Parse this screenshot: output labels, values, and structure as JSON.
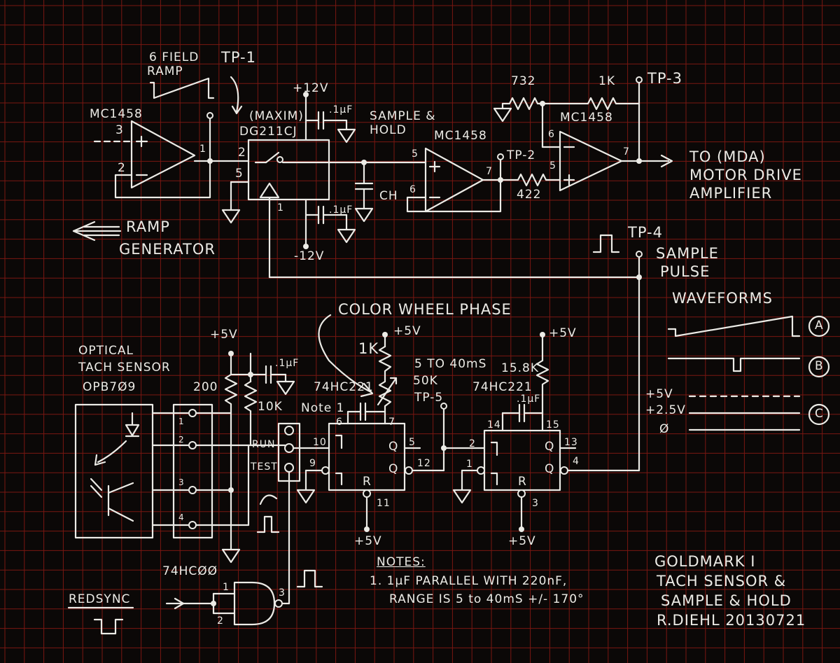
{
  "colors": {
    "paper": "#0b0807",
    "grid": "#7a1712",
    "ink": "#ecebe6"
  },
  "labels": {
    "field_ramp": "6 FIELD",
    "ramp": "RAMP",
    "tp1": "TP-1",
    "mc1458_a": "MC1458",
    "pin3_a": "3",
    "pin2_a": "2",
    "pin1_a": "1",
    "plus12v": "+12V",
    "maxim": "(MAXIM)",
    "dg211": "DG211CJ",
    "cap_01_top": ".1µF",
    "sample_hold_1": "SAMPLE &",
    "sample_hold_2": "HOLD",
    "pin2_sw": "2",
    "pin5_sw": "5",
    "pin1_sw": "1",
    "cap_01_bot": ".1µF",
    "minus12v": "-12V",
    "ch": "CH",
    "mc1458_b": "MC1458",
    "pin5_b": "5",
    "pin6_b": "6",
    "pin7_b": "7",
    "tp2": "TP-2",
    "r732": "732",
    "r1k": "1K",
    "tp3": "TP-3",
    "mc1458_c": "MC1458",
    "pin6_c": "6",
    "pin5_c": "5",
    "pin7_c": "7",
    "r422": "422",
    "to_mda": "TO (MDA)",
    "motor_drive": "MOTOR DRIVE",
    "amplifier": "AMPLIFIER",
    "ramp_arrow": "RAMP",
    "generator": "GENERATOR",
    "tp4": "TP-4",
    "sample_1": "SAMPLE",
    "pulse": "PULSE",
    "color_wheel": "COLOR WHEEL PHASE",
    "waveforms": "WAVEFORMS",
    "wave_a": "A",
    "wave_b": "B",
    "wave_c": "C",
    "v5_c": "+5V",
    "v25_c": "+2.5V",
    "v0_c": "Ø",
    "optical": "OPTICAL",
    "tach_sensor": "TACH SENSOR",
    "opb": "OPB7Ø9",
    "conn1": "1",
    "conn2": "2",
    "conn3": "3",
    "conn4": "4",
    "plus5v_left": "+5V",
    "r200": "200",
    "r10k": "10K",
    "cap_01_left": ".1µF",
    "note1": "Note 1",
    "run": "RUN",
    "test": "TEST",
    "hc221_a": "74HC221",
    "plus5v_mid": "+5V",
    "r1k_mid": "1K",
    "range_5_40": "5 TO 40mS",
    "r50k": "50K",
    "tp5": "TP-5",
    "p6": "6",
    "p7": "7",
    "p10": "10",
    "p9": "9",
    "p5": "5",
    "p12": "12",
    "p11": "11",
    "q_a": "Q",
    "qbar_a": "Q",
    "r_a": "R",
    "plus5v_b1": "+5V",
    "hc221_b": "74HC221",
    "cap_01_right": ".1µF",
    "plus5v_right": "+5V",
    "r15k": "15.8K",
    "p14": "14",
    "p15": "15",
    "p2": "2",
    "p1": "1",
    "p13": "13",
    "p4": "4",
    "p3": "3",
    "q_b": "Q",
    "qbar_b": "Q",
    "r_b": "R",
    "plus5v_b2": "+5V",
    "hc00": "74HCØØ",
    "g1": "1",
    "g2": "2",
    "g3": "3",
    "redsync": "REDSYNC",
    "notes_title": "NOTES:",
    "note_line1": "1. 1µF PARALLEL WITH 220nF,",
    "note_line2": "RANGE IS 5 to 40mS +/- 170°",
    "title_1": "GOLDMARK I",
    "title_2": "TACH SENSOR &",
    "title_3": "SAMPLE & HOLD",
    "title_4": "R.DIEHL 20130721"
  }
}
